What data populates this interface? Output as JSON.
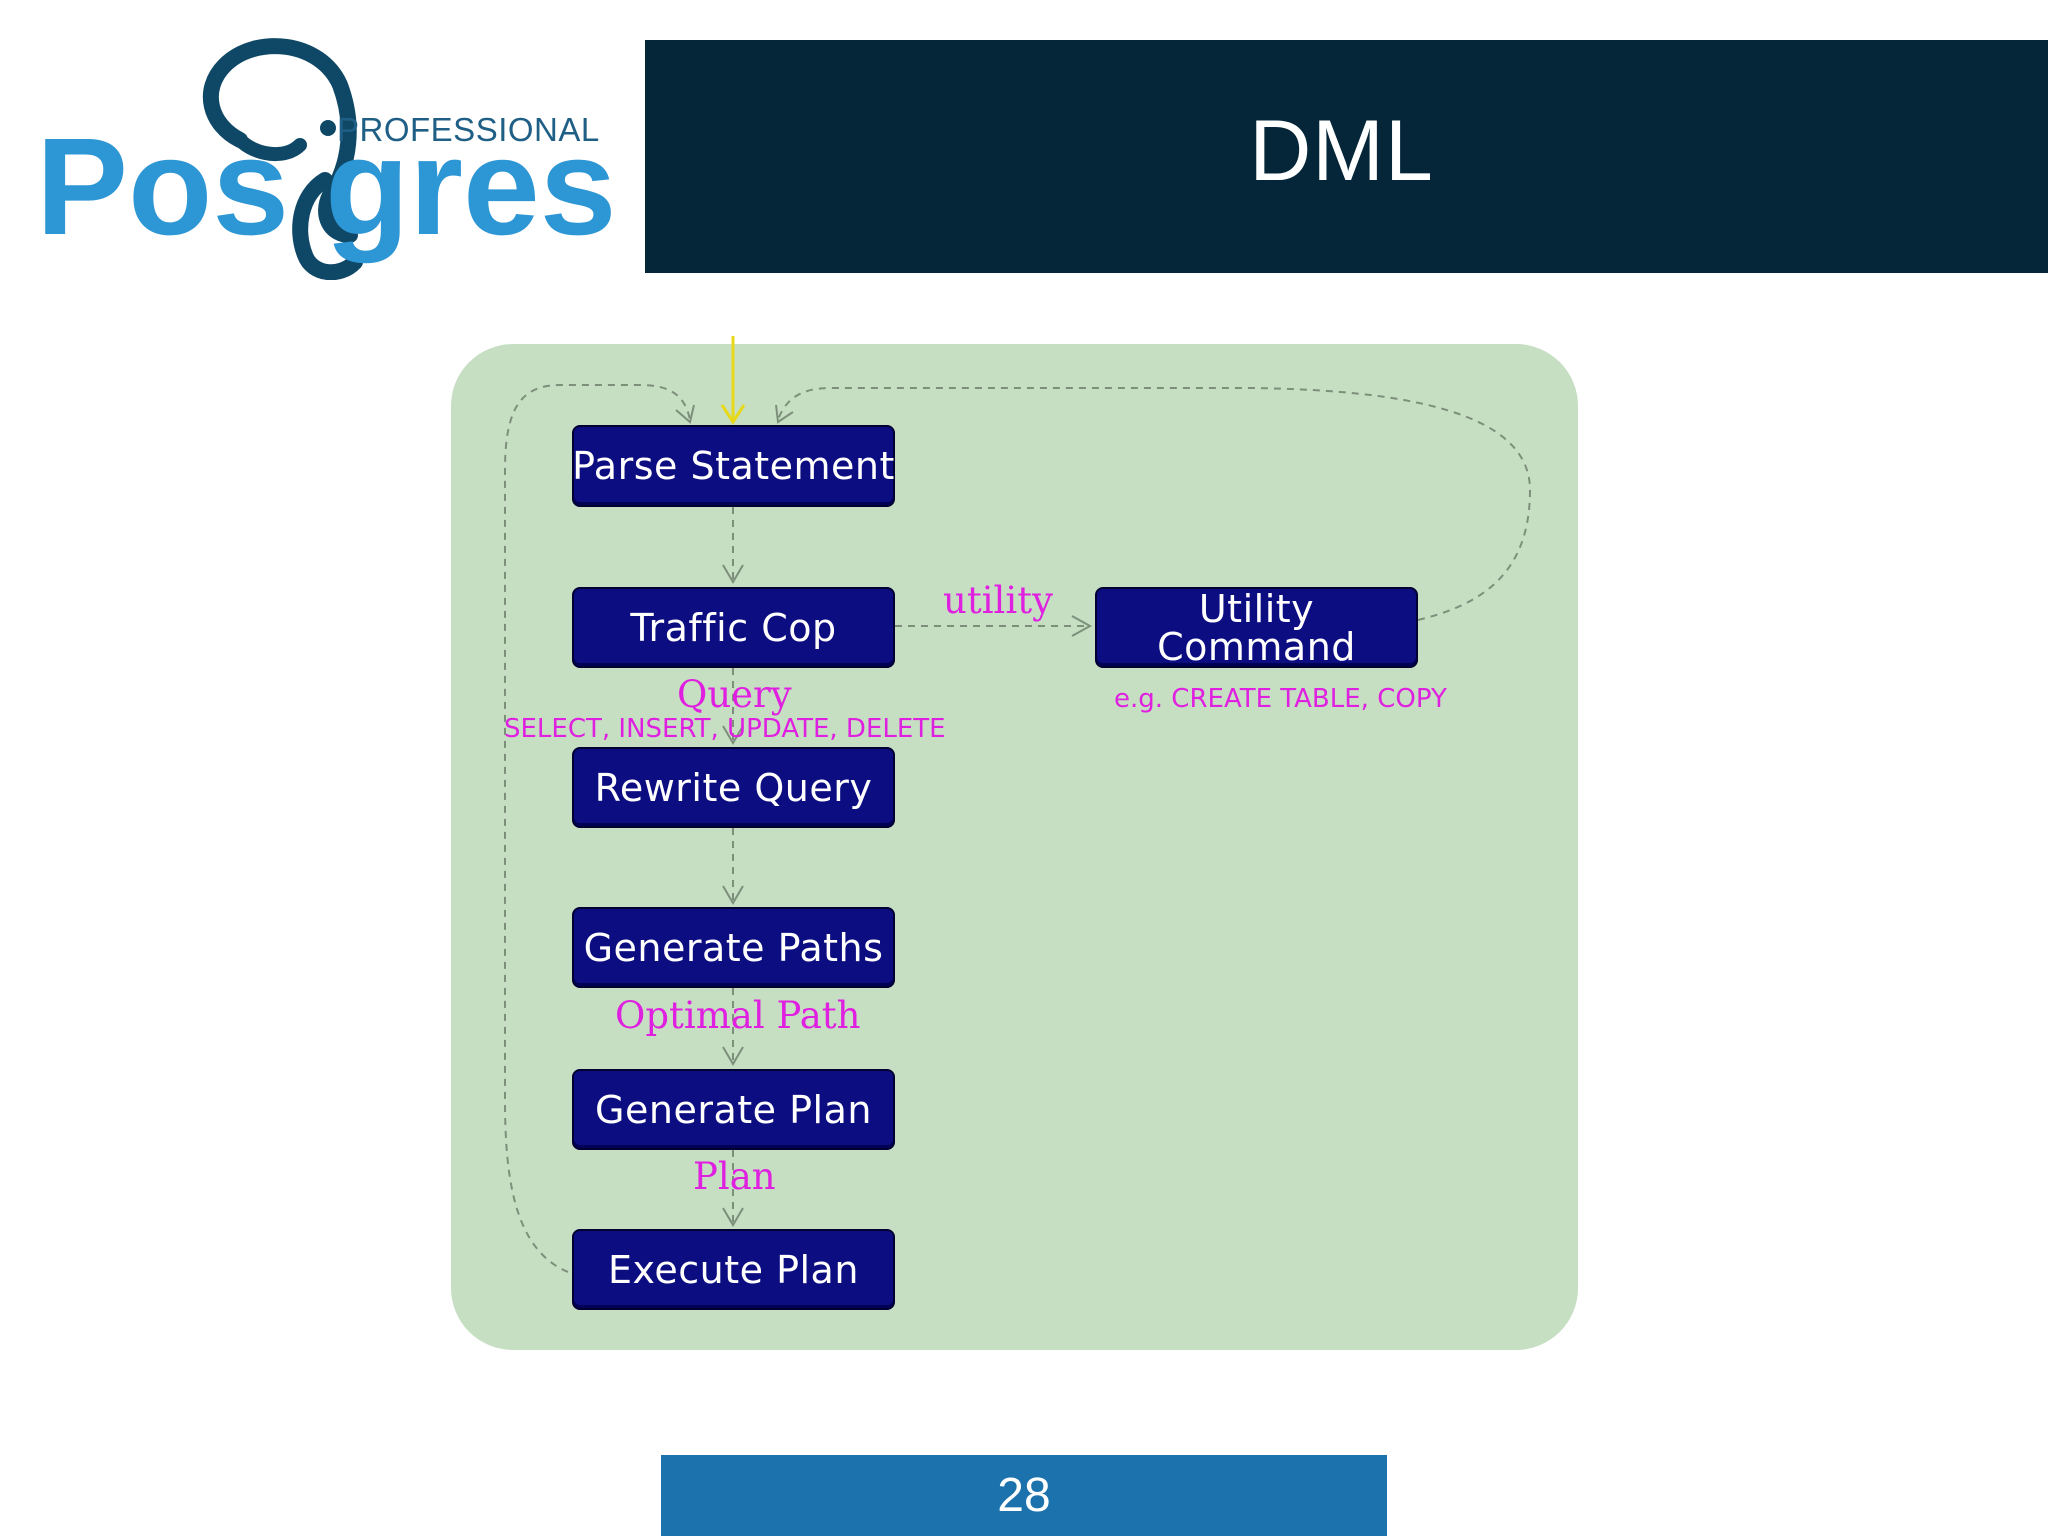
{
  "logo": {
    "top_text": "PROFESSIONAL",
    "word_left": "Pos",
    "word_right": "gres",
    "brand_color": "#2d96d4",
    "dark_color": "#1f5f86"
  },
  "title": "DML",
  "diagram": {
    "nodes": {
      "parse_statement": "Parse Statement",
      "traffic_cop": "Traffic Cop",
      "utility_line1": "Utility",
      "utility_line2": "Command",
      "rewrite_query": "Rewrite Query",
      "generate_paths": "Generate Paths",
      "generate_plan": "Generate Plan",
      "execute_plan": "Execute Plan"
    },
    "labels": {
      "utility": "utility",
      "utility_example": "e.g. CREATE TABLE, COPY",
      "query": "Query",
      "query_example": "SELECT, INSERT, UPDATE, DELETE",
      "optimal_path": "Optimal Path",
      "plan": "Plan"
    },
    "colors": {
      "panel": "#c6dfc3",
      "node": "#0d0d82",
      "label": "#e020e0",
      "entry_arrow": "#e8d81a",
      "edge": "#7d8f7b"
    }
  },
  "footer": {
    "page_number": "28"
  }
}
